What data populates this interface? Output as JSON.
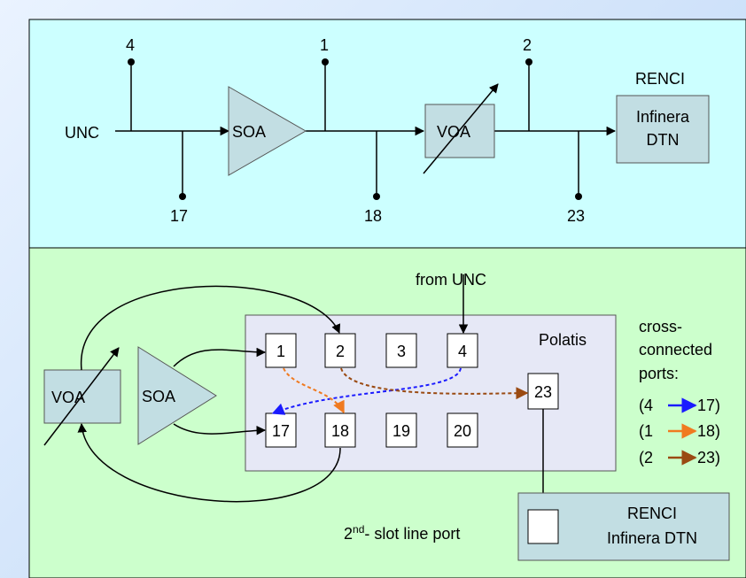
{
  "top_diagram": {
    "input_label": "UNC",
    "soa_label": "SOA",
    "voa_label": "VOA",
    "dtn_site": "RENCI",
    "dtn_line1": "Infinera",
    "dtn_line2": "DTN",
    "taps": [
      {
        "label": "4",
        "side": "top"
      },
      {
        "label": "17",
        "side": "bottom"
      },
      {
        "label": "1",
        "side": "top"
      },
      {
        "label": "18",
        "side": "bottom"
      },
      {
        "label": "2",
        "side": "top"
      },
      {
        "label": "23",
        "side": "bottom"
      }
    ]
  },
  "bottom_diagram": {
    "from_label": "from UNC",
    "voa_label": "VOA",
    "soa_label": "SOA",
    "switch_name": "Polatis",
    "ports_row1": [
      "1",
      "2",
      "3",
      "4"
    ],
    "ports_row2": [
      "17",
      "18",
      "19",
      "20"
    ],
    "port_23": "23",
    "legend_title_line1": "cross-",
    "legend_title_line2": "connected",
    "legend_title_line3": "ports:",
    "legend": [
      {
        "from": "4",
        "to": "17",
        "color": "#1a1aff"
      },
      {
        "from": "1",
        "to": "18",
        "color": "#f07a20"
      },
      {
        "from": "2",
        "to": "23",
        "color": "#9a4a12"
      }
    ],
    "slot_label_prefix": "2",
    "slot_label_sup": "nd",
    "slot_label_suffix": "- slot line port",
    "dtn_line1": "RENCI",
    "dtn_line2": "Infinera DTN"
  },
  "colors": {
    "top_panel": "#ccffff",
    "bottom_panel": "#ccffcc",
    "component_fill": "#c2dee3",
    "switch_fill": "#e6e8f6"
  }
}
